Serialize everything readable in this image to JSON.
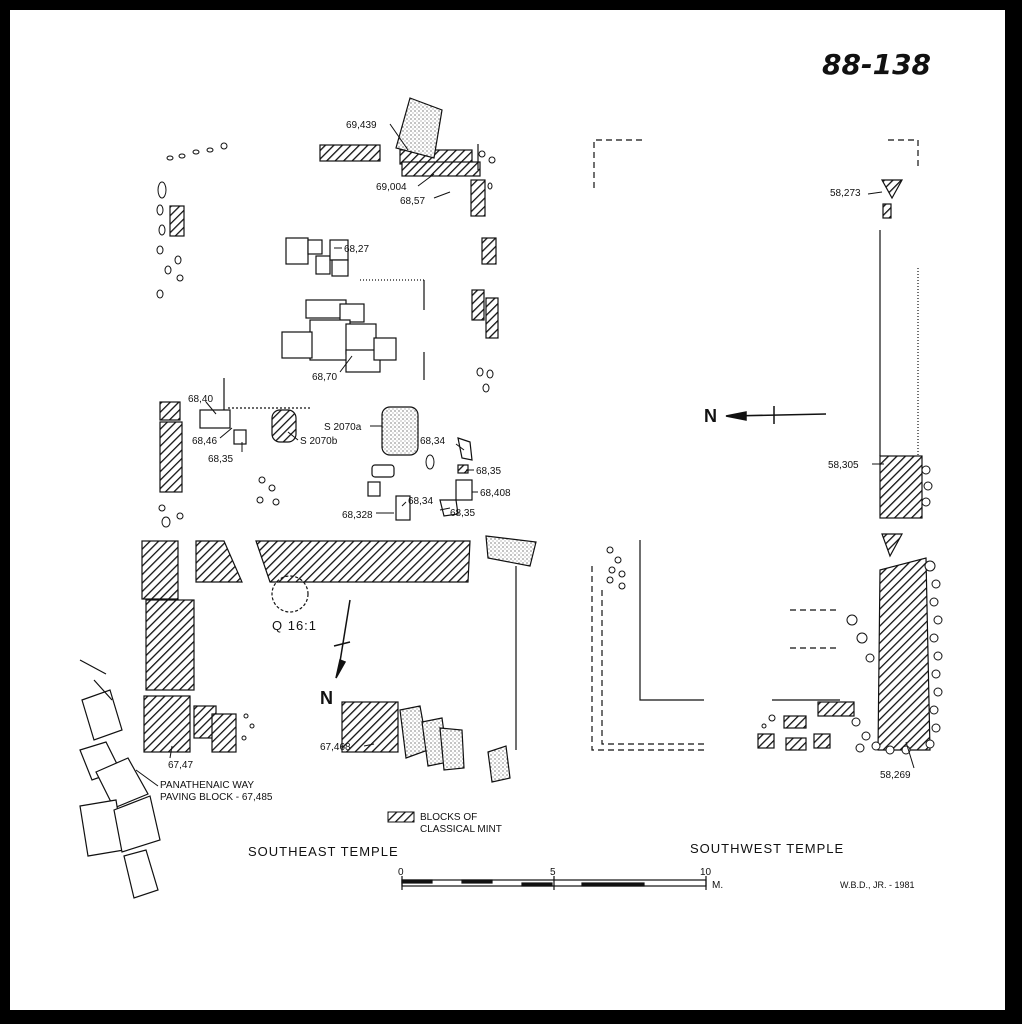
{
  "sheet_number": "88-138",
  "titles": {
    "southeast": "SOUTHEAST TEMPLE",
    "southwest": "SOUTHWEST TEMPLE"
  },
  "legend": {
    "line1": "BLOCKS OF",
    "line2": "CLASSICAL MINT"
  },
  "scale": {
    "ticks": [
      "0",
      "5",
      "10"
    ],
    "unit": "M."
  },
  "credit": "W.B.D., JR. - 1981",
  "north": "N",
  "grid_ref": "Q 16:1",
  "labels": {
    "l69439": "69,439",
    "l69004": "69,004",
    "l6857": "68,57",
    "l6827": "68,27",
    "l6870": "68,70",
    "l6840": "68,40",
    "l6846": "68,46",
    "l6835a": "68,35",
    "s2070a": "S 2070a",
    "s2070b": "S 2070b",
    "l6834a": "68,34",
    "l6835b": "68,35",
    "l68408": "68,408",
    "l6834b": "68,34",
    "l68328": "68,328",
    "l6835c": "68,35",
    "l67468": "67,468",
    "l6747": "67,47",
    "panath1": "PANATHENAIC WAY",
    "panath2": "PAVING BLOCK - 67,485",
    "l58273": "58,273",
    "l58305": "58,305",
    "l58269": "58,269"
  }
}
